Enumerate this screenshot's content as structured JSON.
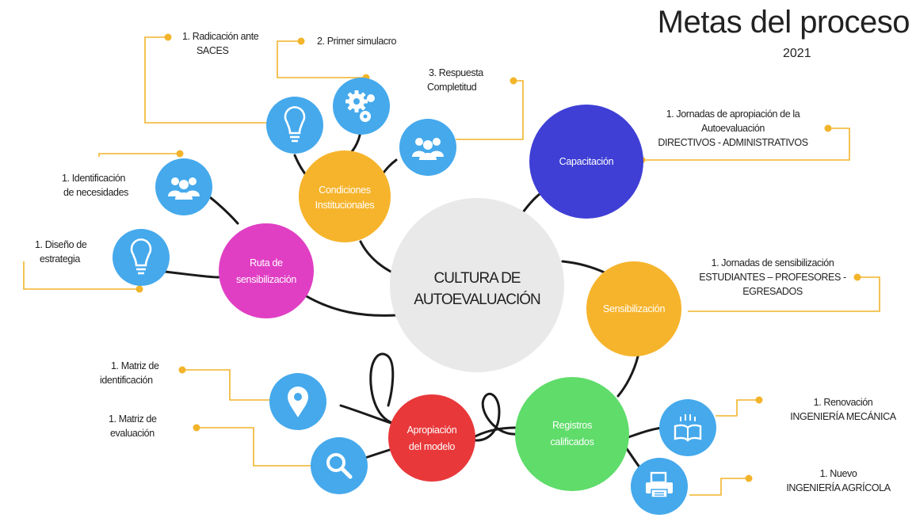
{
  "header": {
    "title": "Metas del proceso",
    "year": "2021"
  },
  "center": {
    "line1": "CULTURA DE",
    "line2": "AUTOEVALUACIÓN"
  },
  "nodes": {
    "condiciones": {
      "line1": "Condiciones",
      "line2": "Institucionales"
    },
    "ruta": {
      "line1": "Ruta de",
      "line2": "sensibilización"
    },
    "capacitacion": {
      "line1": "Capacitación"
    },
    "sensibilizacion": {
      "line1": "Sensibilización"
    },
    "registros": {
      "line1": "Registros",
      "line2": "calificados"
    },
    "apropiacion": {
      "line1": "Apropiación",
      "line2": "del modelo"
    }
  },
  "labels": {
    "radicacion": {
      "line1": "1. Radicación ante",
      "line2": "SACES"
    },
    "simulacro": {
      "line1": "2. Primer simulacro"
    },
    "respuesta": {
      "line1": "3. Respuesta",
      "line2": "Completitud"
    },
    "identificacion_necesidades": {
      "line1": "1. Identificación",
      "line2": "de necesidades"
    },
    "diseno": {
      "line1": "1. Diseño de",
      "line2": "estrategia"
    },
    "jornadas_apropiacion": {
      "line1": "1. Jornadas de apropiación de la",
      "line2": "Autoevaluación",
      "line3": "DIRECTIVOS - ADMINISTRATIVOS"
    },
    "jornadas_sensibilizacion": {
      "line1": "1. Jornadas de sensibilización",
      "line2": "ESTUDIANTES – PROFESORES -",
      "line3": "EGRESADOS"
    },
    "matriz_identificacion": {
      "line1": "1. Matriz de",
      "line2": "identificación"
    },
    "matriz_evaluacion": {
      "line1": "1. Matriz de",
      "line2": "evaluación"
    },
    "renovacion": {
      "line1": "1. Renovación",
      "line2": "INGENIERÍA MECÁNICA"
    },
    "nuevo": {
      "line1": "1.  Nuevo",
      "line2": "INGENIERÍA AGRÍCOLA"
    }
  },
  "icons": {
    "bulb_top": "lightbulb-icon",
    "gears": "gears-icon",
    "people_top": "people-group-icon",
    "people_left": "people-group-icon",
    "bulb_left": "lightbulb-icon",
    "location": "location-pin-icon",
    "search": "magnifier-icon",
    "book": "open-book-icon",
    "printer": "printer-icon"
  },
  "colors": {
    "center": "#e9e9e9",
    "yellow": "#f6b42c",
    "magenta": "#e03fc4",
    "indigo": "#3f3fd6",
    "green": "#5fdc6a",
    "red": "#e8383a",
    "icon_blue": "#45a9ec",
    "connector": "#f2b42a",
    "line": "#1a1a1a"
  }
}
